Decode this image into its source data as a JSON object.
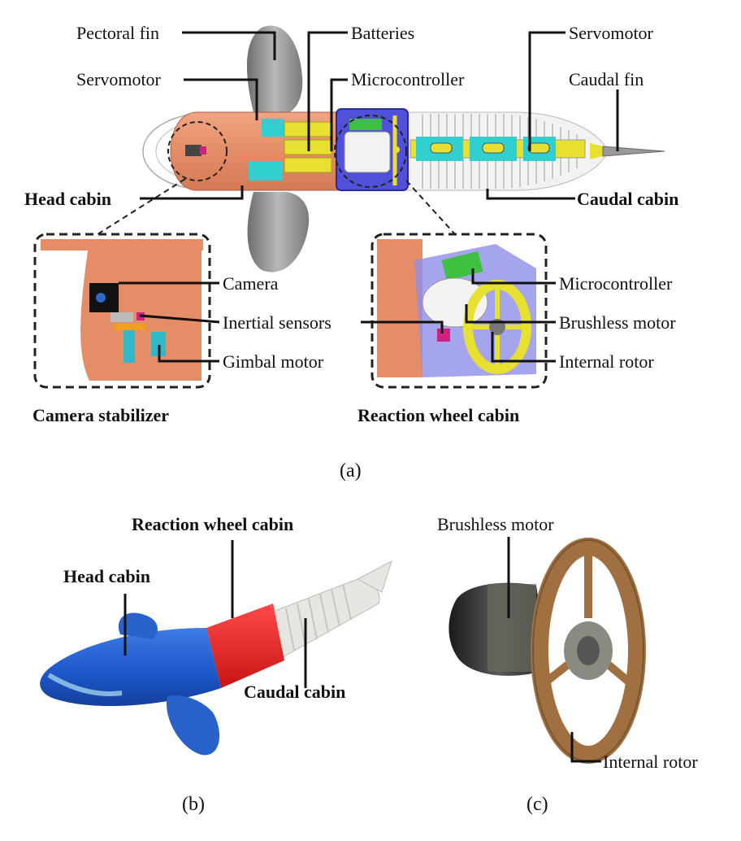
{
  "panel_a": {
    "caption": "(a)",
    "labels": {
      "pectoral_fin": "Pectoral fin",
      "servomotor_left": "Servomotor",
      "batteries": "Batteries",
      "microcontroller_top": "Microcontroller",
      "servomotor_right": "Servomotor",
      "caudal_fin": "Caudal fin",
      "head_cabin": "Head cabin",
      "caudal_cabin": "Caudal cabin",
      "camera": "Camera",
      "inertial_sensors": "Inertial sensors",
      "gimbal_motor": "Gimbal motor",
      "microcontroller_inset": "Microcontroller",
      "brushless_motor": "Brushless motor",
      "internal_rotor": "Internal rotor"
    },
    "inset_titles": {
      "camera_stabilizer": "Camera stabilizer",
      "reaction_wheel_cabin": "Reaction wheel cabin"
    }
  },
  "panel_b": {
    "caption": "(b)",
    "labels": {
      "reaction_wheel_cabin": "Reaction wheel cabin",
      "head_cabin": "Head cabin",
      "caudal_cabin": "Caudal cabin"
    }
  },
  "panel_c": {
    "caption": "(c)",
    "labels": {
      "brushless_motor": "Brushless motor",
      "internal_rotor": "Internal rotor"
    }
  },
  "colors": {
    "hull_orange": "#e8906a",
    "cabin_blue": "#5050d8",
    "battery_yellow": "#e8e030",
    "servo_cyan": "#30d0d0",
    "board_green": "#40c040",
    "fin_gray": "#8a8a8a",
    "photo_blue": "#2060d0",
    "photo_red": "#e02020",
    "rotor_bronze": "#a07040"
  }
}
